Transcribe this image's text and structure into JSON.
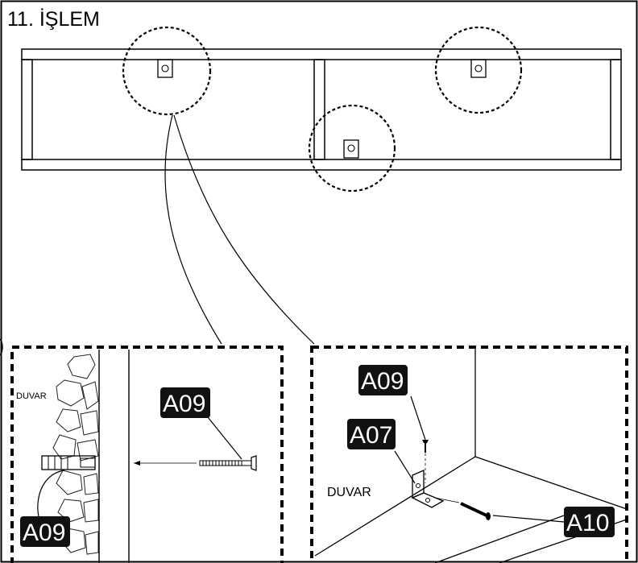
{
  "step_title": "11. İŞLEM",
  "left_detail": {
    "wall_label": "DUVAR",
    "screw_part": "A09",
    "plug_part": "A09"
  },
  "right_detail": {
    "screw_part": "A09",
    "bracket_part": "A07",
    "wall_label": "DUVAR",
    "anchor_part": "A10"
  }
}
